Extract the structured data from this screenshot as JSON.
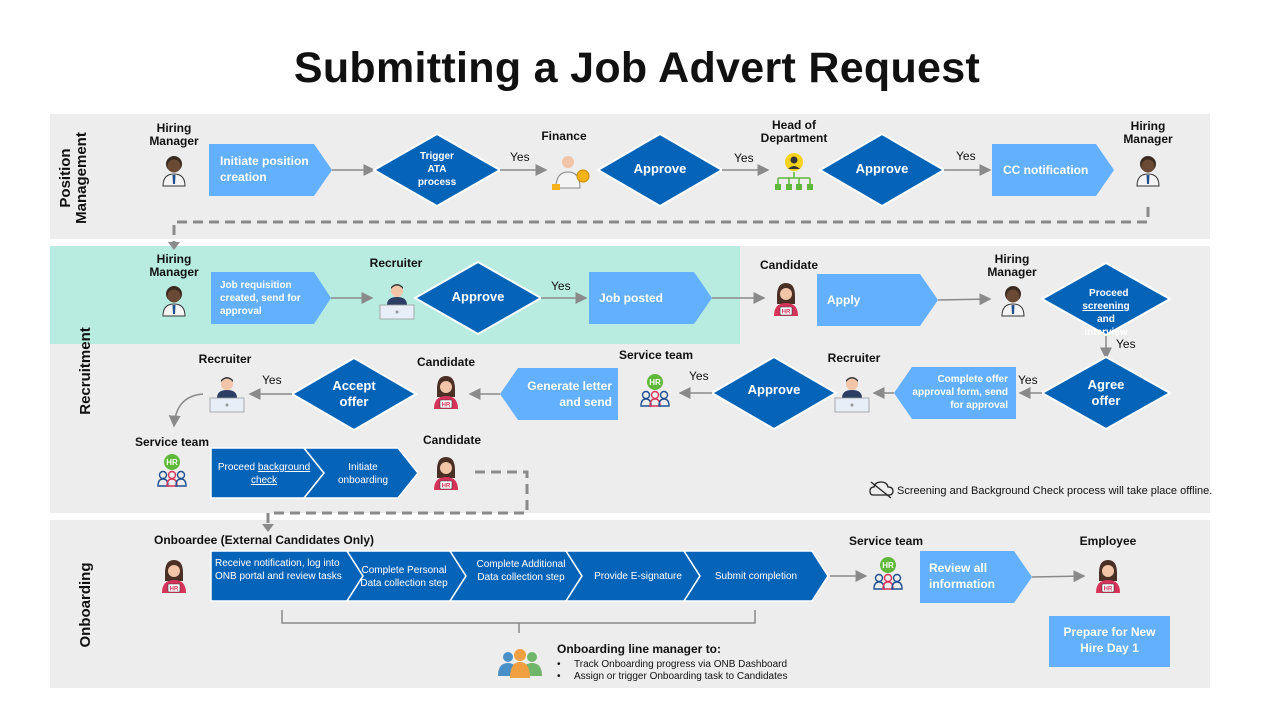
{
  "title": "Submitting a Job Advert Request",
  "lanes": {
    "position": "Position\nManagement",
    "recruitment": "Recruitment",
    "onboarding": "Onboarding"
  },
  "roles": {
    "hiring_manager": "Hiring\nManager",
    "finance": "Finance",
    "head_of_department": "Head of\nDepartment",
    "recruiter": "Recruiter",
    "candidate": "Candidate",
    "service_team": "Service team",
    "onboardee": "Onboardee (External Candidates Only)",
    "employee": "Employee"
  },
  "position": {
    "initiate": "Initiate position creation",
    "trigger_ata": "Trigger\nATA\nprocess",
    "approve1": "Approve",
    "approve2": "Approve",
    "cc_notification": "CC notification"
  },
  "recruitment": {
    "job_requisition": "Job requisition created, send for approval",
    "approve": "Approve",
    "job_posted": "Job posted",
    "apply": "Apply",
    "proceed_screening_pre": "Proceed",
    "proceed_screening_link": "screening",
    "proceed_screening_post": "and\ninterview",
    "agree_offer": "Agree\noffer",
    "complete_offer": "Complete offer approval form, send for approval",
    "approve2": "Approve",
    "generate_letter": "Generate letter and send",
    "accept_offer": "Accept\noffer",
    "proceed_background_pre": "Proceed ",
    "proceed_background_link": "background check",
    "initiate_onboarding": "Initiate onboarding",
    "offline_note": "Screening and Background Check process will take place offline."
  },
  "onboarding": {
    "receive_notification": "Receive notification, log into ONB portal and review tasks",
    "complete_personal": "Complete Personal Data collection step",
    "complete_additional": "Complete Additional Data collection step",
    "provide_esignature": "Provide E-signature",
    "submit_completion": "Submit completion",
    "review_all": "Review all information",
    "prepare": "Prepare for New Hire Day 1",
    "line_manager_title": "Onboarding line manager to:",
    "line_manager_items": [
      "Track Onboarding progress via ONB Dashboard",
      "Assign or trigger Onboarding task to Candidates"
    ]
  },
  "yes_label": "Yes",
  "hr_badge": "HR",
  "colors": {
    "primary": "#0563b8",
    "light": "#63b0ff",
    "teal": "#b8ece1",
    "lane": "#ededed",
    "hr_badge": "#5fb83a"
  },
  "icons": [
    "hiring-manager-icon",
    "finance-icon",
    "org-chart-icon",
    "recruiter-icon",
    "candidate-icon",
    "service-team-icon",
    "team-group-icon",
    "cloud-offline-icon"
  ]
}
